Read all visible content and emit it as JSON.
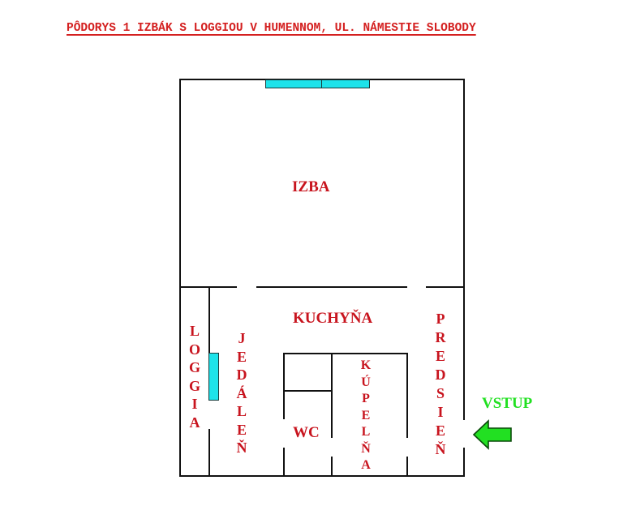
{
  "title": "PÔDORYS 1 IZBÁK S LOGGIOU V HUMENNOM, UL. NÁMESTIE SLOBODY",
  "rooms": {
    "izba": "IZBA",
    "kuchyna": "KUCHYŇA",
    "loggia": [
      "L",
      "O",
      "G",
      "G",
      "I",
      "A"
    ],
    "jedalen": [
      "J",
      "E",
      "D",
      "Á",
      "L",
      "E",
      "Ň"
    ],
    "wc": "WC",
    "kupelna": [
      "K",
      "Ú",
      "P",
      "E",
      "L",
      "Ň",
      "A"
    ],
    "predsien": [
      "P",
      "R",
      "E",
      "D",
      "S",
      "I",
      "E",
      "Ň"
    ]
  },
  "entrance": {
    "label": "VSTUP",
    "icon": "arrow-left-icon"
  },
  "colors": {
    "label": "#c8141e",
    "title": "#d42020",
    "window": "#1ee3ea",
    "entrance": "#22e022",
    "wall": "#111111"
  }
}
